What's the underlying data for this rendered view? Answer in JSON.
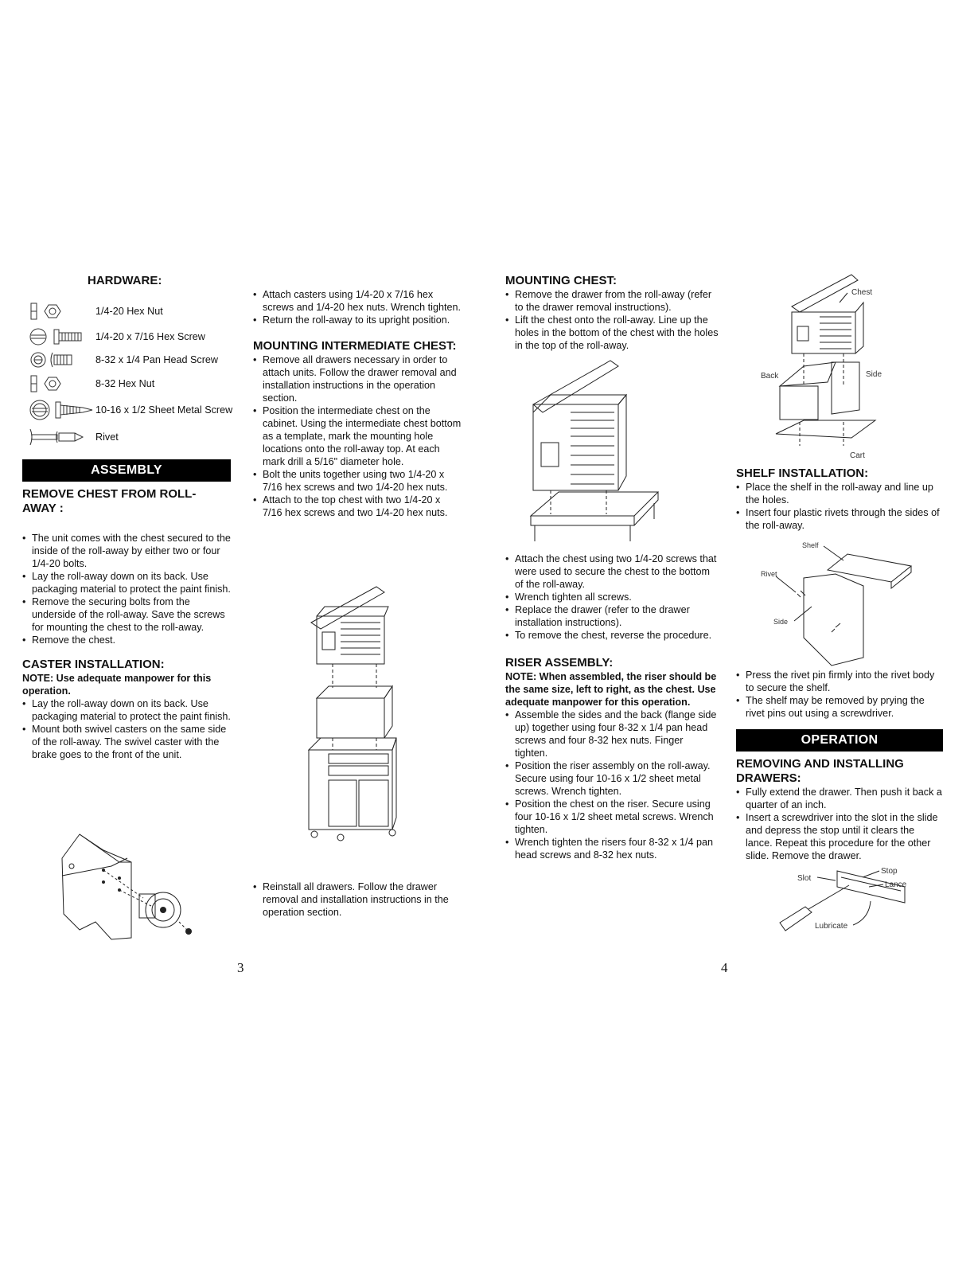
{
  "hardware": {
    "title": "HARDWARE:",
    "items": [
      {
        "label": "1/4-20 Hex Nut",
        "icon": "hex-nut-icon"
      },
      {
        "label": "1/4-20 x 7/16 Hex Screw",
        "icon": "hex-screw-icon"
      },
      {
        "label": "8-32 x 1/4 Pan Head Screw",
        "icon": "pan-head-screw-icon"
      },
      {
        "label": "8-32 Hex Nut",
        "icon": "hex-nut-icon"
      },
      {
        "label": "10-16 x 1/2 Sheet Metal Screw",
        "icon": "sheet-metal-screw-icon"
      },
      {
        "label": "Rivet",
        "icon": "rivet-icon"
      }
    ]
  },
  "assembly": {
    "bar": "ASSEMBLY",
    "remove_chest": {
      "title": "REMOVE CHEST FROM ROLL-AWAY :",
      "bullets": [
        "The unit comes with the chest secured to the inside of the roll-away by either two or four 1/4-20 bolts.",
        "Lay the roll-away down on its back. Use packaging material to protect the paint finish.",
        "Remove the securing bolts from the underside of the roll-away. Save the screws for mounting the chest to the roll-away.",
        "Remove the chest."
      ]
    },
    "caster": {
      "title": "CASTER INSTALLATION:",
      "note": "NOTE: Use adequate manpower for this operation.",
      "bullets": [
        "Lay the roll-away down on its back. Use packaging material to protect the paint finish.",
        "Mount both swivel casters on the same side of the roll-away. The swivel caster with the brake goes to the front of the unit."
      ]
    }
  },
  "col2": {
    "top_bullets": [
      "Attach casters using 1/4-20 x 7/16 hex screws and 1/4-20 hex nuts. Wrench tighten.",
      "Return the roll-away to its upright position."
    ],
    "intermediate": {
      "title": "MOUNTING INTERMEDIATE CHEST:",
      "bullets": [
        "Remove all drawers necessary in order to attach units. Follow the drawer removal and installation instructions in the operation section.",
        "Position the intermediate chest on the cabinet. Using the intermediate chest bottom as a template, mark the mounting hole locations onto the roll-away top. At each mark drill a 5/16\" diameter hole.",
        "Bolt the units together using two 1/4-20 x 7/16 hex screws and two 1/4-20 hex nuts.",
        "Attach to the top chest with two 1/4-20 x 7/16 hex screws and two 1/4-20 hex nuts."
      ]
    },
    "bottom_bullets": [
      "Reinstall all drawers. Follow the drawer removal and installation instructions in the operation section."
    ]
  },
  "col3": {
    "mounting_chest": {
      "title": "MOUNTING CHEST:",
      "bullets": [
        "Remove the drawer from the roll-away (refer to the drawer removal instructions).",
        "Lift the chest onto the roll-away. Line up the holes in the bottom of the chest with the holes in the top of the roll-away."
      ],
      "bullets2": [
        "Attach the chest using two 1/4-20 screws that were used to secure the chest to the bottom of the roll-away.",
        "Wrench tighten all screws.",
        "Replace the drawer (refer to the drawer installation instructions).",
        "To remove the chest, reverse the procedure."
      ]
    },
    "riser": {
      "title": "RISER ASSEMBLY:",
      "note": "NOTE: When assembled, the riser should be the same size, left to right, as the chest. Use adequate manpower for this operation.",
      "bullets": [
        "Assemble the sides and the back (flange side up) together using four 8-32 x 1/4 pan head screws and four 8-32 hex nuts. Finger tighten.",
        "Position the riser assembly on the roll-away.  Secure using four 10-16 x 1/2 sheet metal screws. Wrench tighten.",
        "Position the chest on the riser. Secure using four 10-16 x 1/2 sheet metal screws. Wrench tighten.",
        "Wrench tighten the risers four 8-32 x 1/4 pan head screws and 8-32 hex nuts."
      ]
    }
  },
  "col4": {
    "riser_fig": {
      "chest": "Chest",
      "back": "Back",
      "side": "Side",
      "cart": "Cart"
    },
    "shelf": {
      "title": "SHELF INSTALLATION:",
      "bullets": [
        "Place the shelf in the roll-away and line up the holes.",
        "Insert four plastic rivets through the sides of the roll-away."
      ],
      "fig": {
        "shelf": "Shelf",
        "rivet": "Rivet",
        "side": "Side"
      },
      "bullets2": [
        "Press the rivet pin firmly into the rivet body to secure the shelf.",
        "The shelf may be removed by prying the rivet pins out using a screwdriver."
      ]
    },
    "operation": {
      "bar": "OPERATION",
      "title": "REMOVING AND INSTALLING DRAWERS:",
      "bullets": [
        "Fully extend the drawer. Then push it back a quarter of an inch.",
        "Insert a screwdriver into the slot in the slide and depress the stop until it clears the lance. Repeat this procedure for the other slide. Remove the drawer."
      ],
      "fig": {
        "slot": "Slot",
        "stop": "Stop",
        "lance": "Lance",
        "lubricate": "Lubricate"
      }
    }
  },
  "page_numbers": {
    "left": "3",
    "right": "4"
  }
}
